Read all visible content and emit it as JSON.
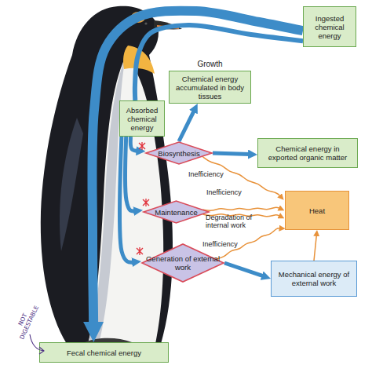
{
  "diagram": {
    "nodes": [
      {
        "text": [
          "Ingested chemical energy"
        ]
      },
      {
        "text": [
          "Growth",
          "Chemical energy accumulated in body tissues"
        ]
      },
      {
        "text": [
          "Absorbed chemical energy"
        ]
      },
      {
        "text": [
          "Biosynthesis"
        ]
      },
      {
        "text": [
          "Chemical energy in exported organic matter"
        ]
      },
      {
        "text": [
          "Heat"
        ]
      },
      {
        "text": [
          "Maintenance"
        ]
      },
      {
        "text": [
          "Generation of external work"
        ]
      },
      {
        "text": [
          "Mechanical energy of external work"
        ]
      },
      {
        "text": [
          "Fecal chemical energy"
        ]
      }
    ],
    "edges": [
      {
        "from": 0,
        "to": 9,
        "arrow": "to"
      },
      {
        "from": 0,
        "to": 2,
        "arrow": "none"
      },
      {
        "from": 2,
        "to": 3,
        "arrow": "to"
      },
      {
        "from": 2,
        "to": 6,
        "arrow": "to"
      },
      {
        "from": 2,
        "to": 7,
        "arrow": "to"
      },
      {
        "from": 3,
        "to": 1,
        "arrow": "to"
      },
      {
        "from": 3,
        "to": 4,
        "arrow": "to"
      },
      {
        "from": 3,
        "to": 5,
        "label": "Inefficiency",
        "arrow": "to"
      },
      {
        "from": 6,
        "to": 5,
        "label": "Inefficiency",
        "arrow": "to"
      },
      {
        "from": 6,
        "to": 5,
        "label": "Degradation of internal work",
        "arrow": "to"
      },
      {
        "from": 7,
        "to": 5,
        "label": "Inefficiency",
        "arrow": "to"
      },
      {
        "from": 7,
        "to": 8,
        "arrow": "to"
      },
      {
        "from": 8,
        "to": 5,
        "arrow": "to"
      }
    ],
    "labels": [
      "NOT DIGESTABLE"
    ]
  }
}
